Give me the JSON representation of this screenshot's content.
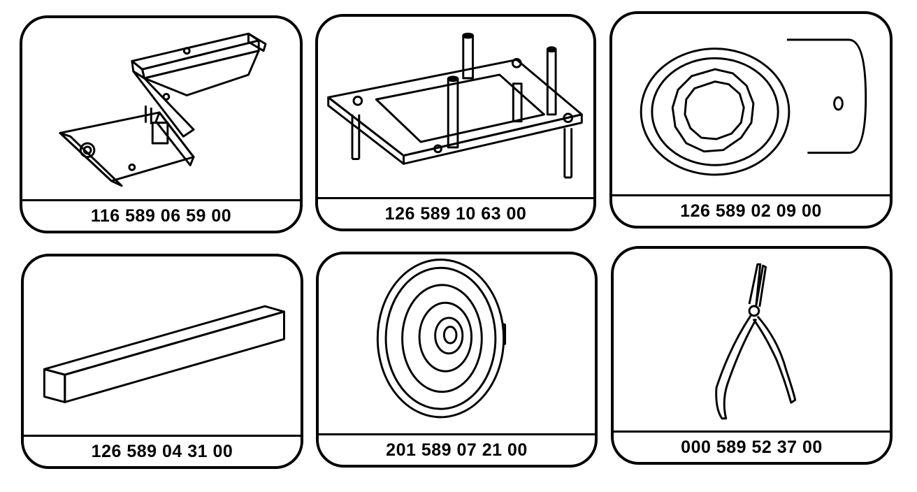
{
  "tools": [
    {
      "part_number": "116 589 06 59 00",
      "icon": "engine-support-bracket-icon"
    },
    {
      "part_number": "126 589 10 63 00",
      "icon": "mounting-plate-icon"
    },
    {
      "part_number": "126 589 02 09 00",
      "icon": "socket-wrench-icon"
    },
    {
      "part_number": "126 589 04 31 00",
      "icon": "square-bar-icon"
    },
    {
      "part_number": "201 589 07 21 00",
      "icon": "pulley-disc-icon"
    },
    {
      "part_number": "000 589 52 37 00",
      "icon": "circlip-pliers-icon"
    }
  ]
}
